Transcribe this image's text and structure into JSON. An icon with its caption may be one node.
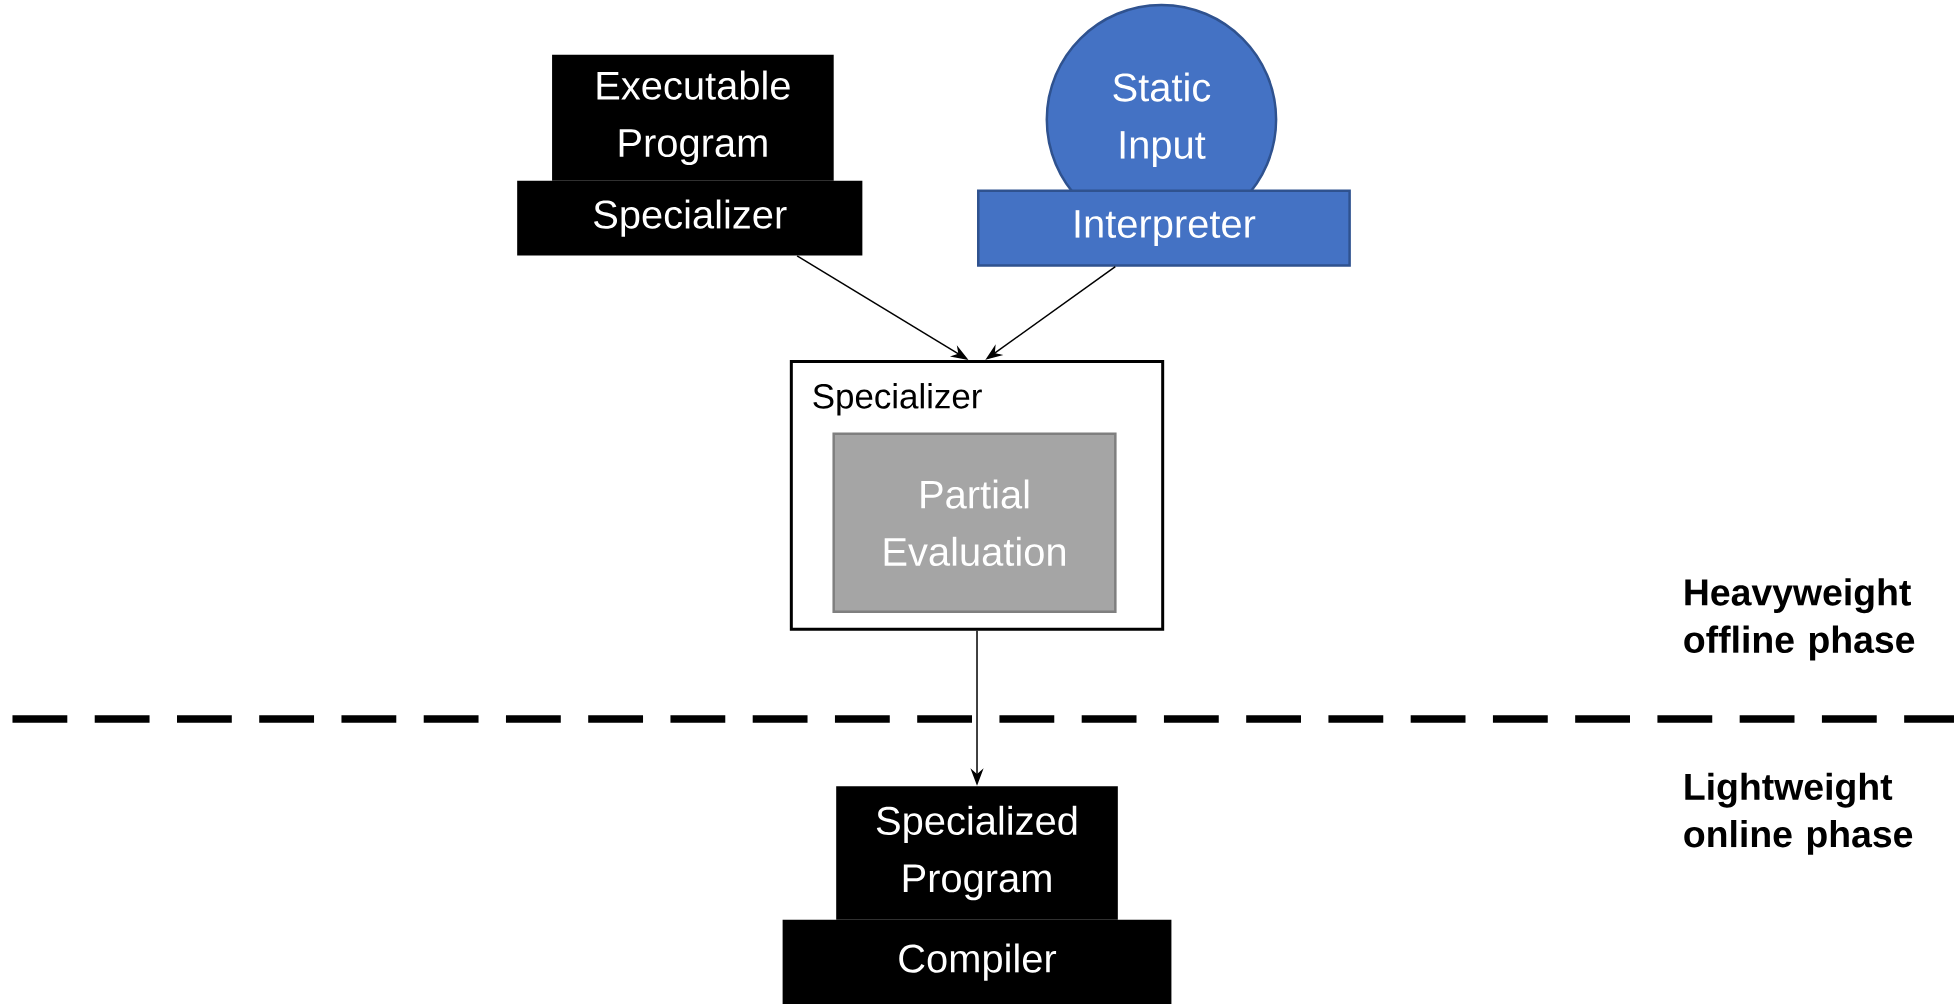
{
  "diagram": {
    "nodes": [
      {
        "text": [
          "Executable Program"
        ]
      },
      {
        "text": [
          "Specializer"
        ]
      },
      {
        "text": [
          "Static Input"
        ]
      },
      {
        "text": [
          "Interpreter"
        ]
      },
      {
        "text": [
          "Specializer"
        ]
      },
      {
        "text": [
          "Partial Evaluation"
        ],
        "in": 4
      },
      {
        "text": [
          "Specialized Program"
        ]
      },
      {
        "text": [
          "Compiler"
        ]
      }
    ],
    "edges": [
      {
        "from": 1,
        "to": 4,
        "arrow": "to"
      },
      {
        "from": 3,
        "to": 4,
        "arrow": "to"
      },
      {
        "from": 4,
        "to": 6,
        "arrow": "to"
      }
    ],
    "labels": [
      "Heavyweight offline phase",
      "Lightweight online phase"
    ]
  }
}
